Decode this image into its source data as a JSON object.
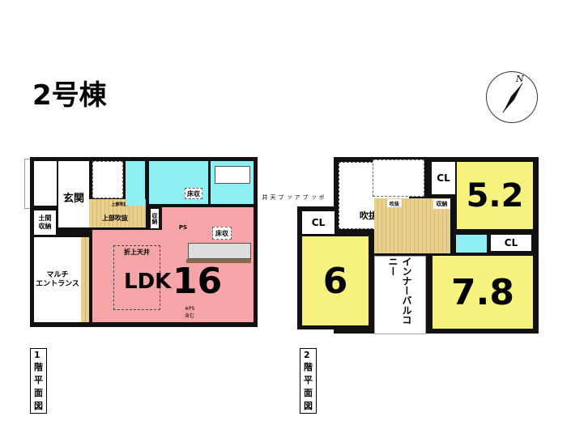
{
  "title": "2号棟",
  "compass": {
    "label": "N",
    "icon": "north-arrow-icon"
  },
  "floor1": {
    "caption": "1階平面図",
    "rooms": {
      "genkan": "玄関",
      "doma_storage": "土間\n収納",
      "multi_entrance": "マルチ\nエントランス",
      "upper_void": "上部吹抜",
      "upper_void_small": "上部吹抜",
      "ldk_name": "LDK",
      "ldk_size": "16",
      "ldk_note": "※PS含む",
      "coffered_ceiling": "折上天井",
      "floor_storage_wash": "床収",
      "floor_storage_kitchen": "床収",
      "storage": "収納",
      "ps": "PS",
      "popup_outlet": "ポップアップ天井"
    }
  },
  "floor2": {
    "caption": "2階平面図",
    "rooms": {
      "void": "吹抜",
      "void_small": "吹抜",
      "cl_left": "CL",
      "room_6": "6",
      "cl_top": "CL",
      "storage": "収納",
      "room_52": "5.2",
      "cl_right": "CL",
      "room_78": "7.8",
      "inner_balcony": "インナーバルコニー"
    }
  }
}
